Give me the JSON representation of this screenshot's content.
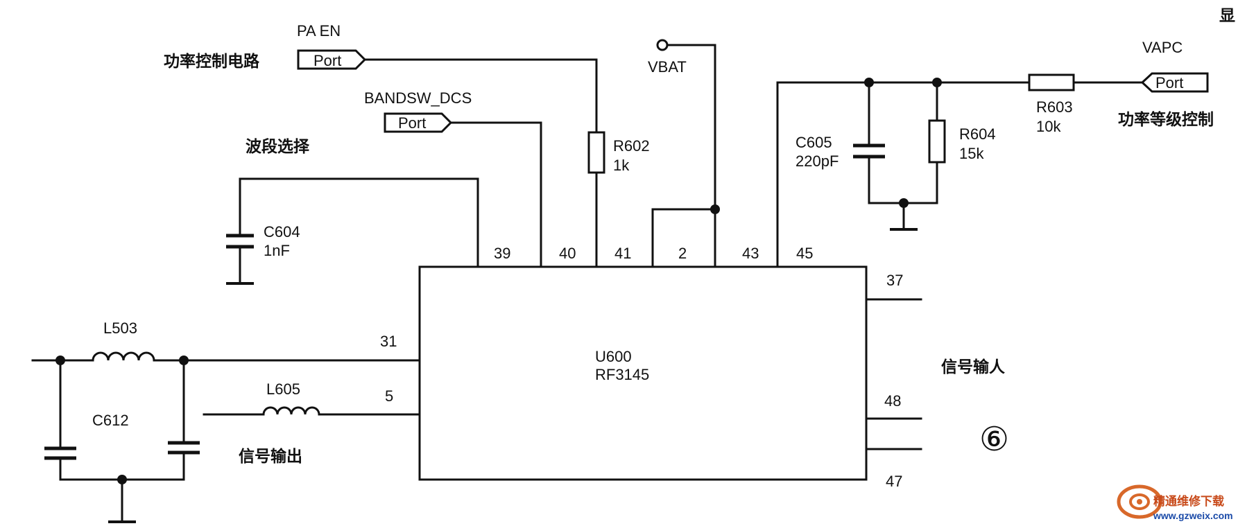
{
  "ports": {
    "pa_en": {
      "name": "PA EN",
      "tag": "Port",
      "desc": "功率控制电路"
    },
    "bandsw": {
      "name": "BANDSW_DCS",
      "tag": "Port",
      "desc": "波段选择"
    },
    "vapc": {
      "name": "VAPC",
      "tag": "Port",
      "desc": "功率等级控制"
    }
  },
  "supply": {
    "vbat": "VBAT"
  },
  "ic": {
    "ref": "U600",
    "part": "RF3145"
  },
  "pins": {
    "p39": "39",
    "p40": "40",
    "p41": "41",
    "p2": "2",
    "p43": "43",
    "p45": "45",
    "p31": "31",
    "p5": "5",
    "p37": "37",
    "p48": "48",
    "p47": "47"
  },
  "components": {
    "r602": {
      "ref": "R602",
      "value": "1k"
    },
    "r603": {
      "ref": "R603",
      "value": "10k"
    },
    "r604": {
      "ref": "R604",
      "value": "15k"
    },
    "c604": {
      "ref": "C604",
      "value": "1nF"
    },
    "c605": {
      "ref": "C605",
      "value": "220pF"
    },
    "c612": {
      "ref": "C612"
    },
    "l503": {
      "ref": "L503"
    },
    "l605": {
      "ref": "L605"
    }
  },
  "annotations": {
    "signal_out": "信号输出",
    "signal_in": "信号输人",
    "figure_no": "⑥",
    "corner_mark": "显"
  },
  "watermark": {
    "name": "精通维修下载",
    "url": "www.gzweix.com"
  }
}
